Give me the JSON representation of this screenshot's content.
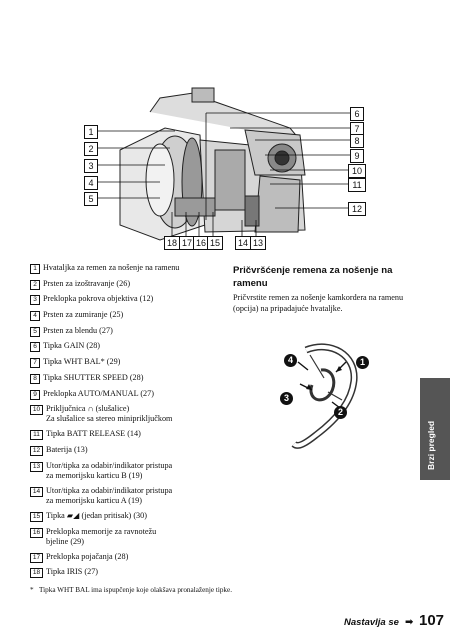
{
  "callouts": {
    "left": [
      "1",
      "2",
      "3",
      "4",
      "5"
    ],
    "right": [
      "6",
      "7",
      "8",
      "9",
      "10",
      "11",
      "12"
    ],
    "bottom": [
      "18",
      "17",
      "16",
      "15",
      "14",
      "13"
    ]
  },
  "items": [
    {
      "num": "1",
      "text": "Hvataljka za remen za nošenje na ramenu"
    },
    {
      "num": "2",
      "text": "Prsten za izoštravanje (26)"
    },
    {
      "num": "3",
      "text": "Preklopka pokrova objektiva (12)"
    },
    {
      "num": "4",
      "text": "Prsten za zumiranje (25)"
    },
    {
      "num": "5",
      "text": "Prsten za blendu (27)"
    },
    {
      "num": "6",
      "text": "Tipka GAIN (28)"
    },
    {
      "num": "7",
      "text": "Tipka WHT BAL* (29)"
    },
    {
      "num": "8",
      "text": "Tipka SHUTTER SPEED (28)"
    },
    {
      "num": "9",
      "text": "Preklopka AUTO/MANUAL (27)"
    },
    {
      "num": "10",
      "text": "Priključnica ∩ (slušalice)",
      "text2": "Za slušalice sa stereo minipriključkom"
    },
    {
      "num": "11",
      "text": "Tipka BATT RELEASE (14)"
    },
    {
      "num": "12",
      "text": "Baterija (13)"
    },
    {
      "num": "13",
      "text": "Utor/tipka za odabir/indikator pristupa",
      "text2": "za memorijsku karticu B (19)"
    },
    {
      "num": "14",
      "text": "Utor/tipka za odabir/indikator pristupa",
      "text2": "za memorijsku karticu A (19)"
    },
    {
      "num": "15",
      "text": "Tipka ▰◢ (jedan pritisak) (30)"
    },
    {
      "num": "16",
      "text": "Preklopka memorije za ravnotežu",
      "text2": "bjeline (29)"
    },
    {
      "num": "17",
      "text": "Preklopka pojačanja (28)"
    },
    {
      "num": "18",
      "text": "Tipka IRIS (27)"
    }
  ],
  "footnote": {
    "mark": "*",
    "text": "Tipka WHT BAL ima ispupčenje koje olakšava pronalaženje tipke."
  },
  "section": {
    "title": "Pričvršćenje remena za nošenje na ramenu",
    "body": "Pričvrstite remen za nošenje kamkordera na ramenu (opcija) na pripadajuće hvataljke.",
    "steps": [
      "1",
      "2",
      "3",
      "4"
    ]
  },
  "side_tab": "Brzi pregled",
  "footer": {
    "continues": "Nastavlja se",
    "arrow": "➡",
    "page": "107"
  }
}
